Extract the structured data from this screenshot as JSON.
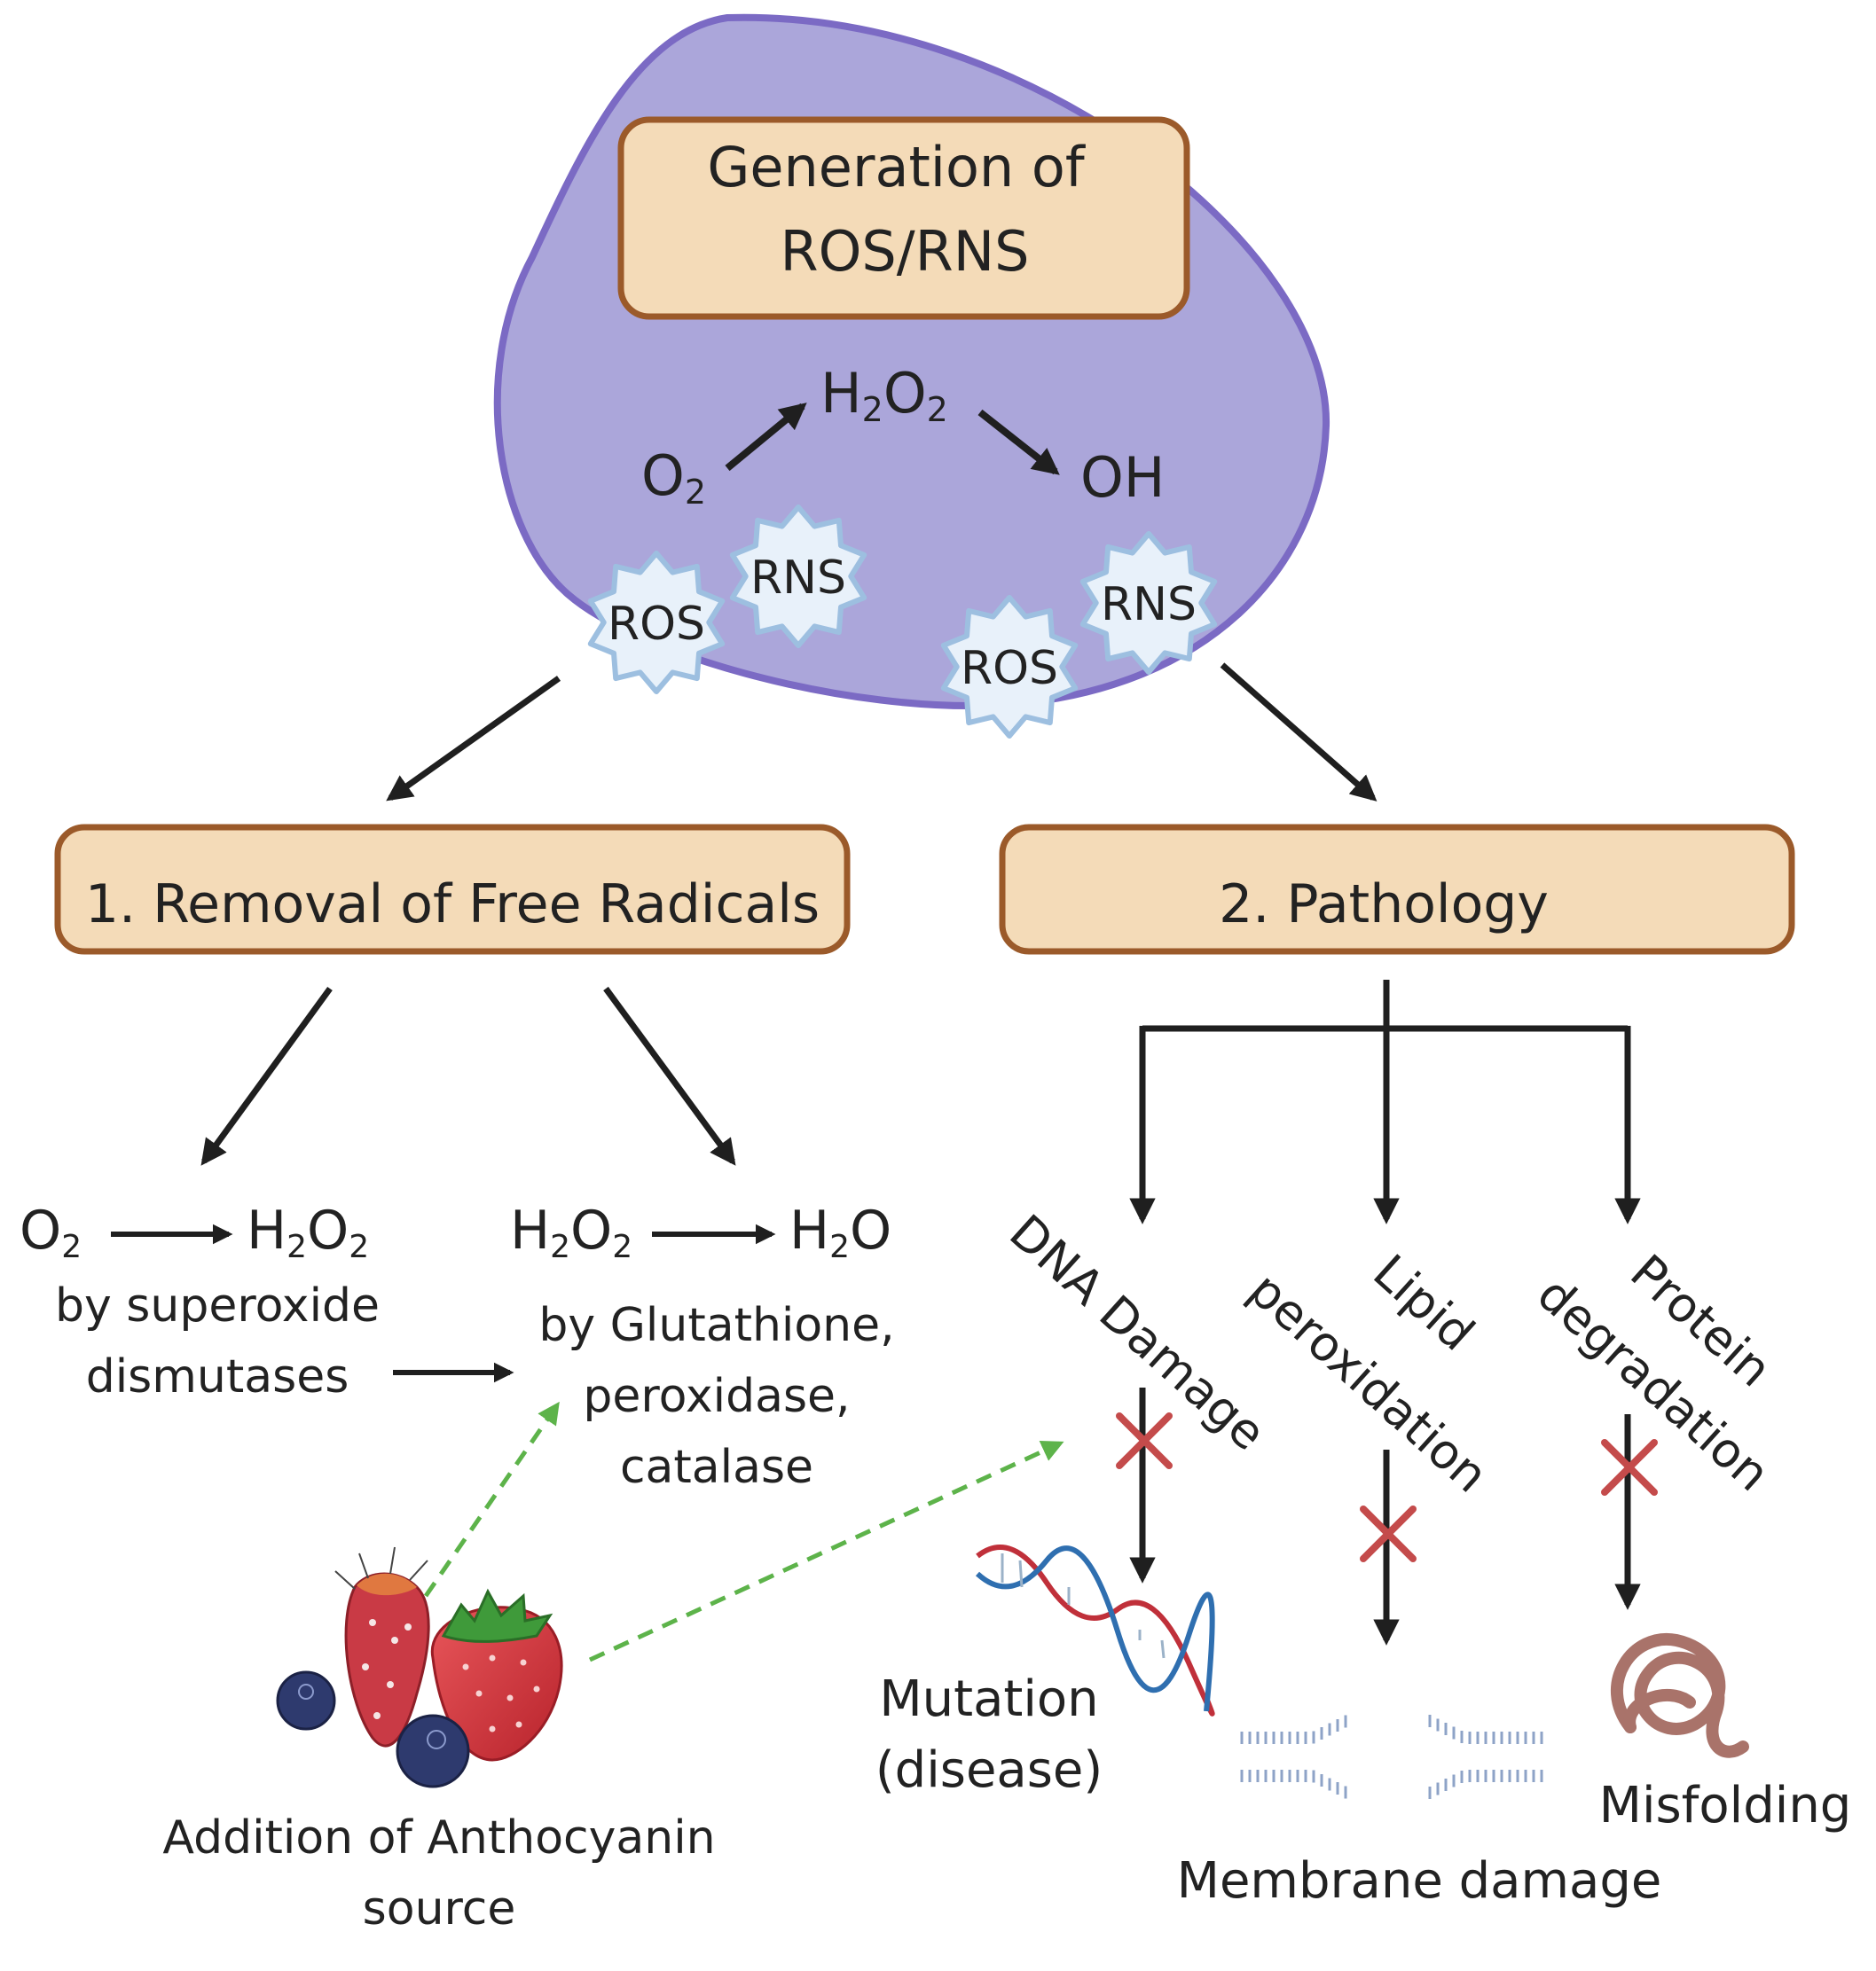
{
  "cell": {
    "title_line1": "Generation of",
    "title_line2": "ROS/RNS",
    "o2": "O",
    "o2_sub": "2",
    "h2o2": {
      "h": "H",
      "s1": "2",
      "o": "O",
      "s2": "2"
    },
    "oh": "OH",
    "bursts": [
      "ROS",
      "RNS",
      "ROS",
      "RNS"
    ]
  },
  "removal": {
    "label": "1. Removal of Free Radicals",
    "reaction1": {
      "from": "O",
      "from_sub": "2",
      "to": {
        "h": "H",
        "s1": "2",
        "o": "O",
        "s2": "2"
      }
    },
    "reaction1_desc": [
      "by superoxide",
      "dismutases"
    ],
    "reaction2": {
      "from": {
        "h": "H",
        "s1": "2",
        "o": "O",
        "s2": "2"
      },
      "to": "H2O"
    },
    "reaction2_desc": [
      "by Glutathione,",
      "peroxidase,",
      "catalase"
    ],
    "anthocyanin": [
      "Addition of Anthocyanin",
      "source"
    ]
  },
  "pathology": {
    "label": "2. Pathology",
    "branches": [
      {
        "lines": [
          "DNA Damage"
        ],
        "outcome": [
          "Mutation",
          "(disease)"
        ]
      },
      {
        "lines": [
          "Lipid",
          "peroxidation"
        ],
        "outcome": [
          "Membrane damage"
        ]
      },
      {
        "lines": [
          "Protein",
          "degradation"
        ],
        "outcome": [
          "Misfolding"
        ]
      }
    ]
  },
  "colors": {
    "cell_fill": "#aba6da",
    "cell_stroke": "#7b6ac4",
    "box_fill": "#f4dbb8",
    "box_stroke": "#9b5a2a",
    "burst_fill": "#e8f1fa",
    "burst_stroke": "#9dbfe0",
    "arrow": "#1f1f1f",
    "dashed_arrow": "#5db34a",
    "block_x": "#c44b4b"
  }
}
